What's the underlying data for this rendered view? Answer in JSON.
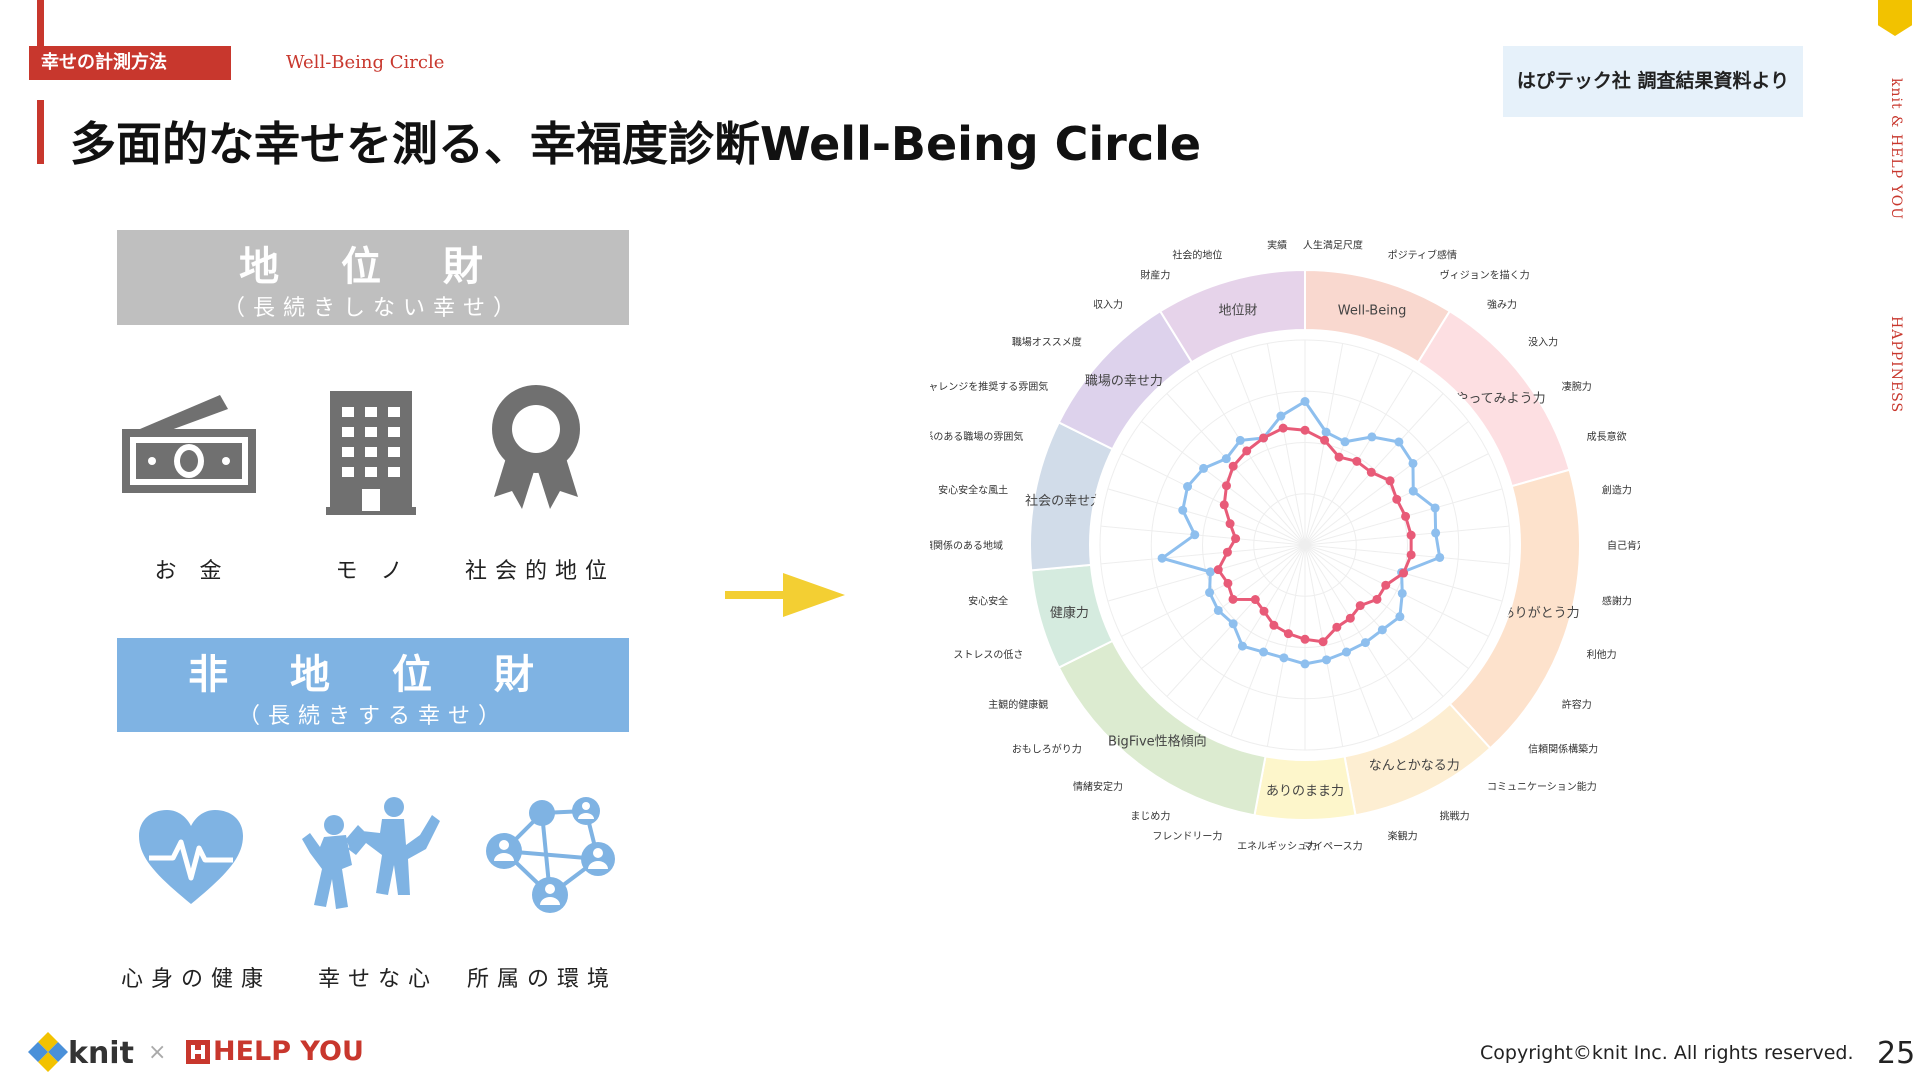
{
  "header": {
    "section_label": "幸せの計測方法",
    "section_sub": "Well-Being Circle",
    "title": "多面的な幸せを測る、幸福度診断Well-Being Circle",
    "source_note": "はぴテック社 調査結果資料より"
  },
  "side": {
    "vertical_brand": "knit & HELP YOU",
    "vertical_topic": "HAPPINESS"
  },
  "status_goods": {
    "title": "地 位 財",
    "subtitle": "（長続きしない幸せ）",
    "items": [
      "お 金",
      "モ ノ",
      "社会的地位"
    ]
  },
  "non_status_goods": {
    "title": "非 地 位 財",
    "subtitle": "（長続きする幸せ）",
    "items": [
      "心身の健康",
      "幸せな心",
      "所属の環境"
    ]
  },
  "chart_data": {
    "type": "radar",
    "categories": [
      {
        "name": "Well-Being",
        "color": "#f9d8cf"
      },
      {
        "name": "やってみよう力",
        "color": "#fddfe2"
      },
      {
        "name": "ありがとう力",
        "color": "#fde2cc"
      },
      {
        "name": "なんとかなる力",
        "color": "#fdeed2"
      },
      {
        "name": "ありのまま力",
        "color": "#fdf6cb"
      },
      {
        "name": "BigFive性格傾向",
        "color": "#dcebd0"
      },
      {
        "name": "健康力",
        "color": "#d5ebdf"
      },
      {
        "name": "社会の幸せ力",
        "color": "#d1dce9"
      },
      {
        "name": "職場の幸せ力",
        "color": "#ddd2ec"
      },
      {
        "name": "地位財",
        "color": "#e6d3ea"
      }
    ],
    "axes": [
      "人生満足尺度",
      "ポジティブ感情",
      "ヴィジョンを描く力",
      "強み力",
      "没入力",
      "凄腕力",
      "成長意欲",
      "創造力",
      "自己肯定力",
      "感謝力",
      "利他力",
      "許容力",
      "信頼関係構築力",
      "コミュニケーション能力",
      "挑戦力",
      "楽観力",
      "マイペース力",
      "エネルギッシュ力",
      "フレンドリー力",
      "まじめ力",
      "情緒安定力",
      "おもしろがり力",
      "主観的健康観",
      "ストレスの低さ",
      "安心安全",
      "信頼関係のある地域",
      "安心安全な風土",
      "信頼関係のある職場の雰囲気",
      "チャレンジを推奨する雰囲気",
      "職場オススメ度",
      "収入力",
      "財産力",
      "社会的地位",
      "実績"
    ],
    "series": [
      {
        "color": "#8ebfee",
        "values": [
          0.7,
          0.56,
          0.54,
          0.62,
          0.68,
          0.66,
          0.59,
          0.66,
          0.64,
          0.66,
          0.49,
          0.53,
          0.58,
          0.56,
          0.56,
          0.56,
          0.57,
          0.58,
          0.56,
          0.56,
          0.58,
          0.52,
          0.53,
          0.52,
          0.48,
          0.7,
          0.54,
          0.62,
          0.64,
          0.62,
          0.57,
          0.6,
          0.56,
          0.64
        ]
      },
      {
        "color": "#e85b78",
        "values": [
          0.56,
          0.52,
          0.46,
          0.48,
          0.48,
          0.52,
          0.5,
          0.51,
          0.52,
          0.52,
          0.5,
          0.44,
          0.44,
          0.4,
          0.42,
          0.43,
          0.48,
          0.46,
          0.44,
          0.42,
          0.38,
          0.36,
          0.44,
          0.42,
          0.44,
          0.38,
          0.34,
          0.38,
          0.44,
          0.48,
          0.52,
          0.54,
          0.56,
          0.58
        ]
      }
    ],
    "rlim": [
      0,
      1
    ]
  },
  "footer": {
    "logo_knit": "knit",
    "logo_sep": "×",
    "logo_helpyou": "HELP YOU",
    "copyright": "Copyright©knit Inc. All rights reserved.",
    "page_number": "25"
  },
  "colors": {
    "accent_red": "#c8372d",
    "accent_yellow": "#f3cf33",
    "icon_gray": "#707070",
    "icon_blue": "#7fb3e3"
  }
}
